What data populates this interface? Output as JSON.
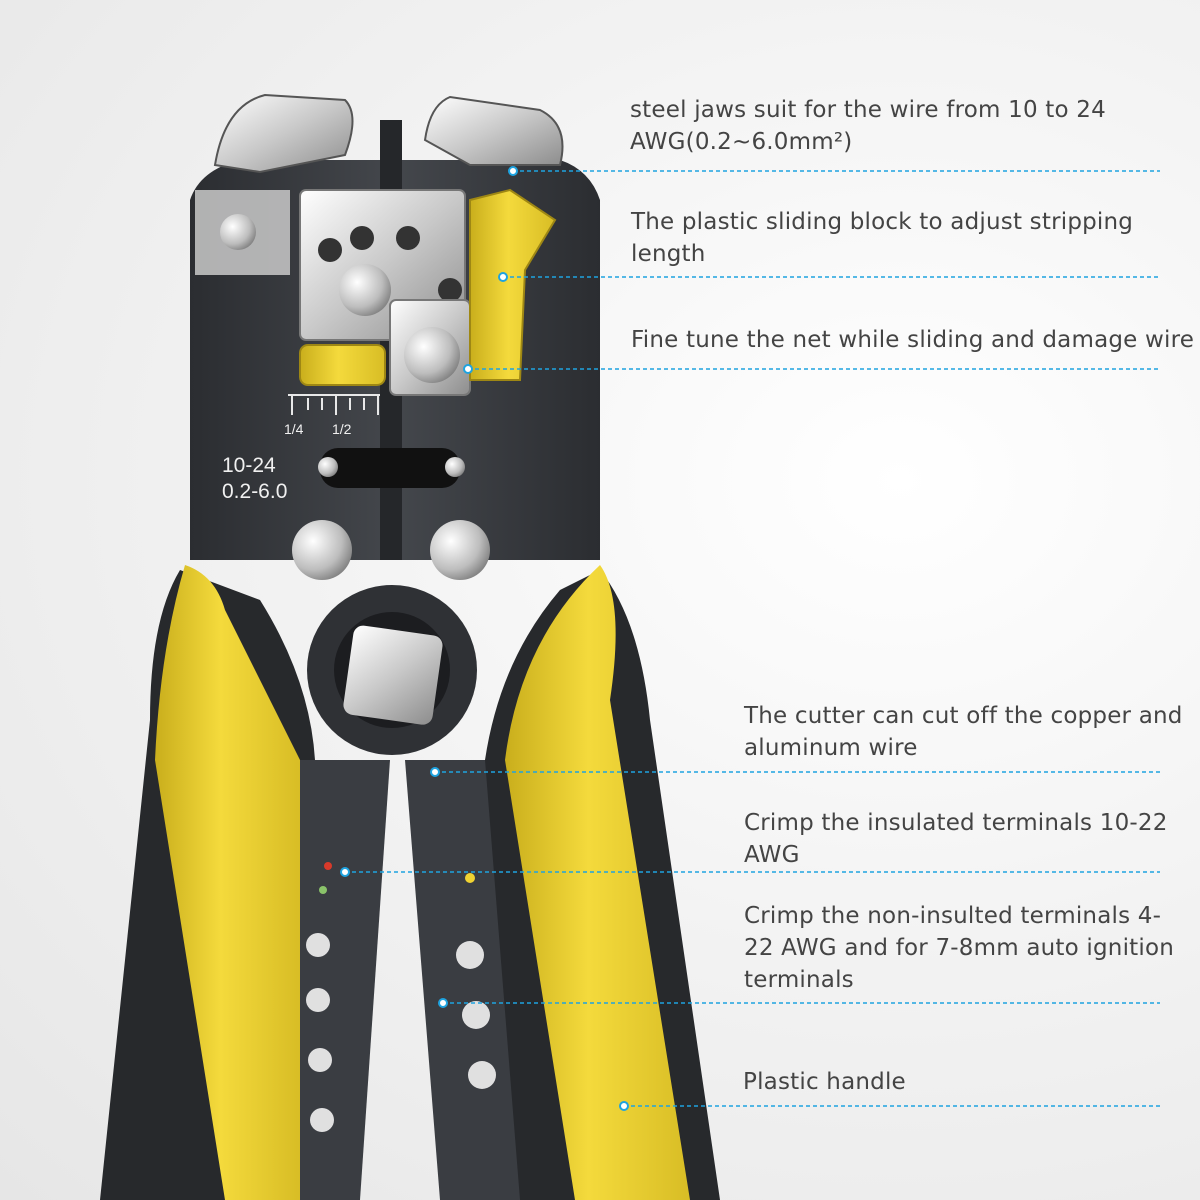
{
  "colors": {
    "accent_line": "#1ea3e0",
    "handle_yellow": "#f0d332",
    "body_dark": "#3a3d42",
    "label_text": "#444444"
  },
  "tool_markings": {
    "scale_left": "1/4",
    "scale_right": "1/2",
    "gauge_awg": "10-24",
    "gauge_mm": "0.2-6.0"
  },
  "callouts": [
    {
      "id": "jaws",
      "lines": [
        "steel jaws suit for the wire from 10 to 24",
        "AWG(0.2~6.0mm²)"
      ]
    },
    {
      "id": "sliding-block",
      "lines": [
        "The plastic sliding block to adjust stripping",
        "length"
      ]
    },
    {
      "id": "fine-tune",
      "lines": [
        "Fine tune the net while sliding and damage wire"
      ]
    },
    {
      "id": "cutter",
      "lines": [
        "The cutter can cut off the copper and",
        "aluminum wire"
      ]
    },
    {
      "id": "crimp-insulated",
      "lines": [
        "Crimp the insulated terminals 10-22",
        "AWG"
      ]
    },
    {
      "id": "crimp-non-insulated",
      "lines": [
        "Crimp the non-insulted terminals 4-",
        "22 AWG and for 7-8mm auto ignition",
        "terminals"
      ]
    },
    {
      "id": "handle",
      "lines": [
        "Plastic handle"
      ]
    }
  ]
}
